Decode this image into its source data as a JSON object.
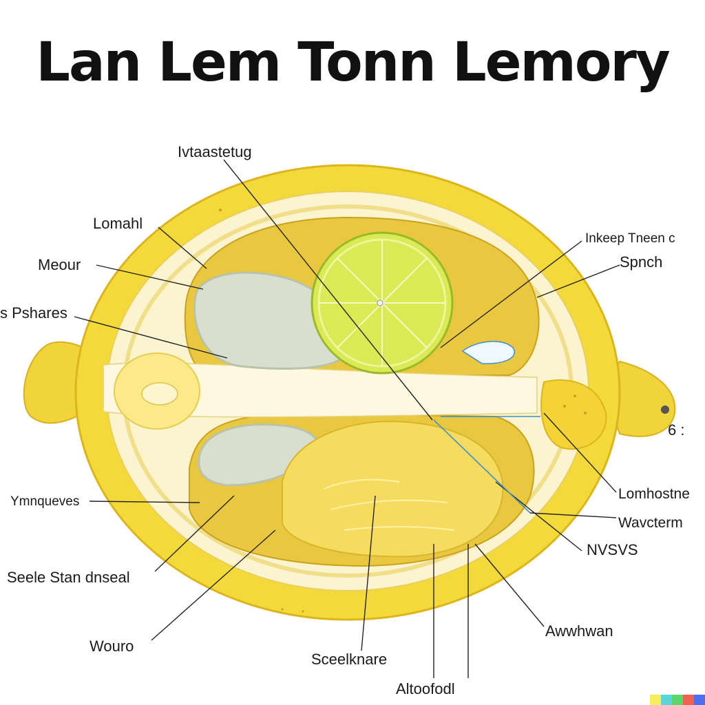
{
  "title": "Lan Lem Tonn Lemory",
  "colors": {
    "rind": "#f3d93a",
    "rind_dark": "#e2b818",
    "pith": "#fbf3c8",
    "flesh": "#e8c53c",
    "sac": "#d9dfcf",
    "slice": "#d9ea55",
    "accent": "#3b8fd0"
  },
  "labels": [
    {
      "id": "top",
      "text": "Ivtaastetug"
    },
    {
      "id": "l1",
      "text": "Lomahl"
    },
    {
      "id": "l2",
      "text": "Meour"
    },
    {
      "id": "l3",
      "text": "s Pshares"
    },
    {
      "id": "l4",
      "text": "Ymnqueves"
    },
    {
      "id": "l5",
      "text": "Seele Stan dnseal"
    },
    {
      "id": "l6",
      "text": "Wouro"
    },
    {
      "id": "b1",
      "text": "Sceelknare"
    },
    {
      "id": "b2",
      "text": "Altoofodl"
    },
    {
      "id": "r1",
      "text": "Inkeep Tneen c"
    },
    {
      "id": "r2",
      "text": "Spnch"
    },
    {
      "id": "r3",
      "text": "6 :"
    },
    {
      "id": "r4",
      "text": "Lomhostne"
    },
    {
      "id": "r5",
      "text": "Wavcterm"
    },
    {
      "id": "r6",
      "text": "NVSVS"
    },
    {
      "id": "r7",
      "text": "Awwhwan"
    }
  ]
}
